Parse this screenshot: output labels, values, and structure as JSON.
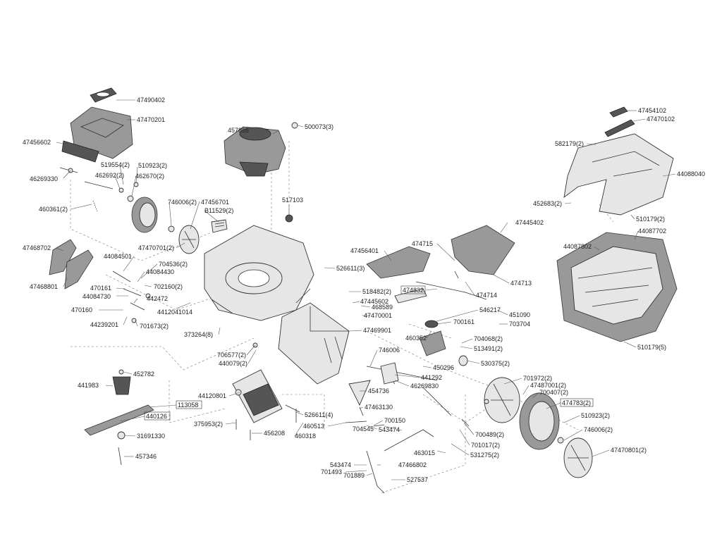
{
  "labels": {
    "l47490402": "47490402",
    "l47470201": "47470201",
    "l47456602": "47456602",
    "l519554": "519554(2)",
    "l510923a": "510923(2)",
    "l462692": "462692(2)",
    "l462670": "462670(2)",
    "l46269330": "46269330",
    "l460361": "460361(2)",
    "l746006a": "746006(2)",
    "l47456701": "47456701",
    "l47470701": "47470701(2)",
    "lB11529": "B11529(2)",
    "l457855": "457855",
    "l500073": "500073(3)",
    "l517103": "517103",
    "l47468702": "47468702",
    "l44084501": "44084501",
    "l704536": "704536(2)",
    "l44084430": "44084430",
    "l526611a": "526611(3)",
    "l47468801": "47468801",
    "l702160": "702160(2)",
    "l470161": "470161",
    "l44084730": "44084730",
    "l442472": "442472",
    "l4412041014": "4412041014",
    "l470160": "470160",
    "l44239201": "44239201",
    "l701673": "701673(2)",
    "l373264": "373264(8)",
    "l47456401": "47456401",
    "l474715": "474715",
    "l47445402": "47445402",
    "l474713": "474713",
    "l474832": "474832",
    "l474714": "474714",
    "l518482": "518482(2)",
    "l47445602": "47445602",
    "l468589": "468589",
    "l47470001": "47470001",
    "l546217": "546217",
    "l451090": "451090",
    "l700161": "700161",
    "l703704": "703704",
    "l47469901": "47469901",
    "l460352": "460352",
    "l704068": "704068(2)",
    "l513491": "513491(2)",
    "l746006b": "746006",
    "l706577": "706577(2)",
    "l440079": "440079(2)",
    "l530375": "530375(2)",
    "l450296": "450296",
    "l452782": "452782",
    "l441292": "441292",
    "l46269830": "46269830",
    "l441983": "441983",
    "l44120801": "44120801",
    "l454736": "454736",
    "l113058": "113058",
    "l47463130": "47463130",
    "l440126": "440126",
    "l526611b": "526611(4)",
    "l700150": "700150",
    "l375953": "375953(2)",
    "l460513": "460513",
    "l704545": "704545",
    "l543474a": "543474",
    "l456208": "456208",
    "l460318": "460318",
    "l31691330": "31691330",
    "l457346": "457346",
    "l463015": "463015",
    "l543474b": "543474",
    "l701493": "701493",
    "l47466802": "47466802",
    "l701889": "701889",
    "l527537": "527537",
    "l701972": "701972(2)",
    "l47487001": "47487001(2)",
    "l700407": "700407(2)",
    "l474783": "474783(2)",
    "l510923b": "510923(2)",
    "l746006c": "746006(2)",
    "l700489": "700489(2)",
    "l701017": "701017(2)",
    "l531275": "531275(2)",
    "l47470801": "47470801(2)",
    "l47454102": "47454102",
    "l47470102": "47470102",
    "l582179": "582179(2)",
    "l44088040": "44088040",
    "l452683": "452683(2)",
    "l510179a": "510179(2)",
    "l44087702": "44087702",
    "l44087802": "44087802",
    "l510179b": "510179(5)"
  }
}
